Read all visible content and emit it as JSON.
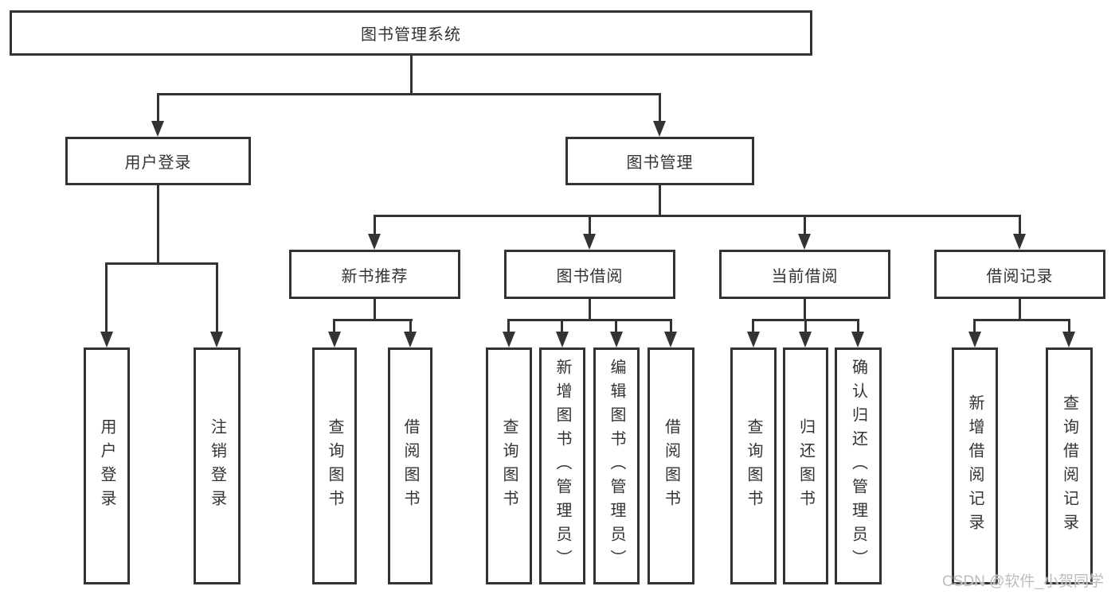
{
  "diagram": {
    "root": {
      "label": "图书管理系统"
    },
    "level2": [
      {
        "label": "用户登录"
      },
      {
        "label": "图书管理"
      }
    ],
    "level3": [
      {
        "label": "新书推荐",
        "parent": "图书管理"
      },
      {
        "label": "图书借阅",
        "parent": "图书管理"
      },
      {
        "label": "当前借阅",
        "parent": "图书管理"
      },
      {
        "label": "借阅记录",
        "parent": "图书管理"
      }
    ],
    "leaves": [
      {
        "label": "用户登录",
        "parent": "用户登录"
      },
      {
        "label": "注销登录",
        "parent": "用户登录"
      },
      {
        "label": "查询图书",
        "parent": "新书推荐"
      },
      {
        "label": "借阅图书",
        "parent": "新书推荐"
      },
      {
        "label": "查询图书",
        "parent": "图书借阅"
      },
      {
        "label": "新增图书（管理员）",
        "parent": "图书借阅"
      },
      {
        "label": "编辑图书（管理员）",
        "parent": "图书借阅"
      },
      {
        "label": "借阅图书",
        "parent": "图书借阅"
      },
      {
        "label": "查询图书",
        "parent": "当前借阅"
      },
      {
        "label": "归还图书",
        "parent": "当前借阅"
      },
      {
        "label": "确认归还（管理员）",
        "parent": "当前借阅"
      },
      {
        "label": "新增借阅记录",
        "parent": "借阅记录"
      },
      {
        "label": "查询借阅记录",
        "parent": "借阅记录"
      }
    ],
    "colors": {
      "line": "#333333",
      "border": "#333333",
      "background": "#ffffff",
      "text": "#333333",
      "watermark": "#bdbdbd"
    }
  },
  "watermark": {
    "text": "CSDN @软件_小贺同学"
  }
}
